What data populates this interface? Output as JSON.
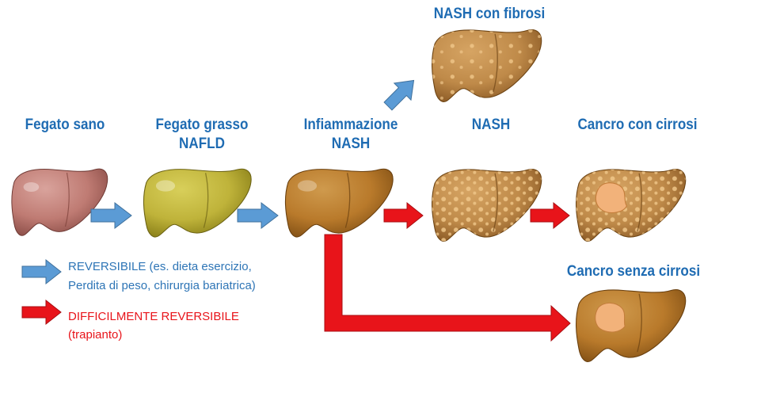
{
  "stages": {
    "healthy": {
      "title": "Fegato sano"
    },
    "fatty": {
      "title_line1": "Fegato grasso",
      "title_line2": "NAFLD"
    },
    "inflammation": {
      "title_line1": "Infiammazione",
      "title_line2": "NASH"
    },
    "nash_fibrosis": {
      "title": "NASH con fibrosi"
    },
    "nash": {
      "title": "NASH"
    },
    "cancer_cirrhosis": {
      "title": "Cancro con cirrosi"
    },
    "cancer_no_cirrhosis": {
      "title": "Cancro senza cirrosi"
    }
  },
  "legend": {
    "reversible": {
      "line1": "REVERSIBILE (es. dieta esercizio,",
      "line2": "Perdita di peso, chirurgia bariatrica)"
    },
    "hard_reversible": {
      "line1": "DIFFICILMENTE REVERSIBILE",
      "line2": "(trapianto)"
    }
  },
  "colors": {
    "title_blue": "#1f6cb3",
    "reversible_arrow": "#5b9bd5",
    "hard_arrow": "#e8141a",
    "reversible_text": "#2e75b6",
    "hard_text": "#e8141a",
    "healthy_liver": "#bf7b73",
    "fatty_liver": "#c0b43a",
    "inflamed_liver": "#b97a2b",
    "nash_liver": "#c08a4a",
    "tumor": "#f2b27a"
  },
  "icons": {
    "liver": "liver-icon",
    "arrow": "arrow-icon"
  }
}
